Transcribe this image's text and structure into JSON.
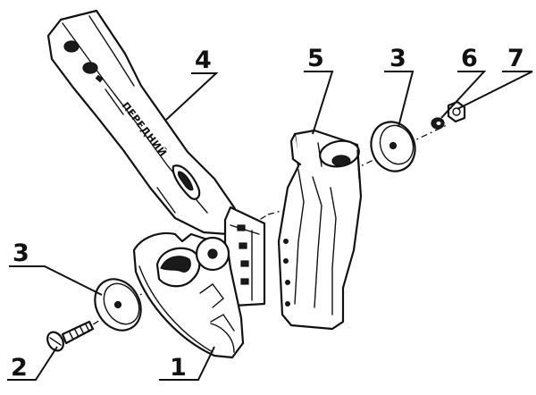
{
  "engraving": {
    "arm_text": "ПЕРЕДНИЙ"
  },
  "callouts": [
    {
      "id": "label-1",
      "text": "1"
    },
    {
      "id": "label-2",
      "text": "2"
    },
    {
      "id": "label-3-left",
      "text": "3"
    },
    {
      "id": "label-3-right",
      "text": "3"
    },
    {
      "id": "label-4",
      "text": "4"
    },
    {
      "id": "label-5",
      "text": "5"
    },
    {
      "id": "label-6",
      "text": "6"
    },
    {
      "id": "label-7",
      "text": "7"
    }
  ]
}
